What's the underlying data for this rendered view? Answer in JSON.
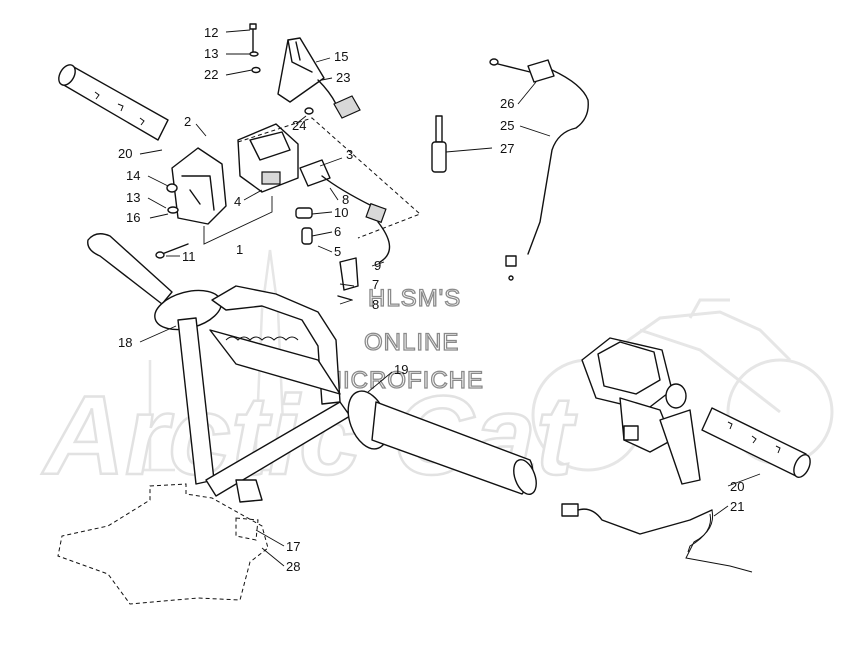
{
  "watermark": {
    "logo_text": "Arctic Cat",
    "line1": "HLSM'S",
    "line2": "ONLINE",
    "line3": "MICROFICHE"
  },
  "callouts": [
    {
      "id": "c12",
      "text": "12"
    },
    {
      "id": "c13a",
      "text": "13"
    },
    {
      "id": "c22",
      "text": "22"
    },
    {
      "id": "c15",
      "text": "15"
    },
    {
      "id": "c23",
      "text": "23"
    },
    {
      "id": "c2",
      "text": "2"
    },
    {
      "id": "c24",
      "text": "24"
    },
    {
      "id": "c20a",
      "text": "20"
    },
    {
      "id": "c14",
      "text": "14"
    },
    {
      "id": "c3",
      "text": "3"
    },
    {
      "id": "c13b",
      "text": "13"
    },
    {
      "id": "c4",
      "text": "4"
    },
    {
      "id": "c8a",
      "text": "8"
    },
    {
      "id": "c16",
      "text": "16"
    },
    {
      "id": "c10",
      "text": "10"
    },
    {
      "id": "c6",
      "text": "6"
    },
    {
      "id": "c1",
      "text": "1"
    },
    {
      "id": "c11",
      "text": "11"
    },
    {
      "id": "c5",
      "text": "5"
    },
    {
      "id": "c9",
      "text": "9"
    },
    {
      "id": "c7",
      "text": "7"
    },
    {
      "id": "c8b",
      "text": "8"
    },
    {
      "id": "c18",
      "text": "18"
    },
    {
      "id": "c19",
      "text": "19"
    },
    {
      "id": "c26",
      "text": "26"
    },
    {
      "id": "c25",
      "text": "25"
    },
    {
      "id": "c27",
      "text": "27"
    },
    {
      "id": "c20b",
      "text": "20"
    },
    {
      "id": "c21",
      "text": "21"
    },
    {
      "id": "c17",
      "text": "17"
    },
    {
      "id": "c28",
      "text": "28"
    }
  ]
}
